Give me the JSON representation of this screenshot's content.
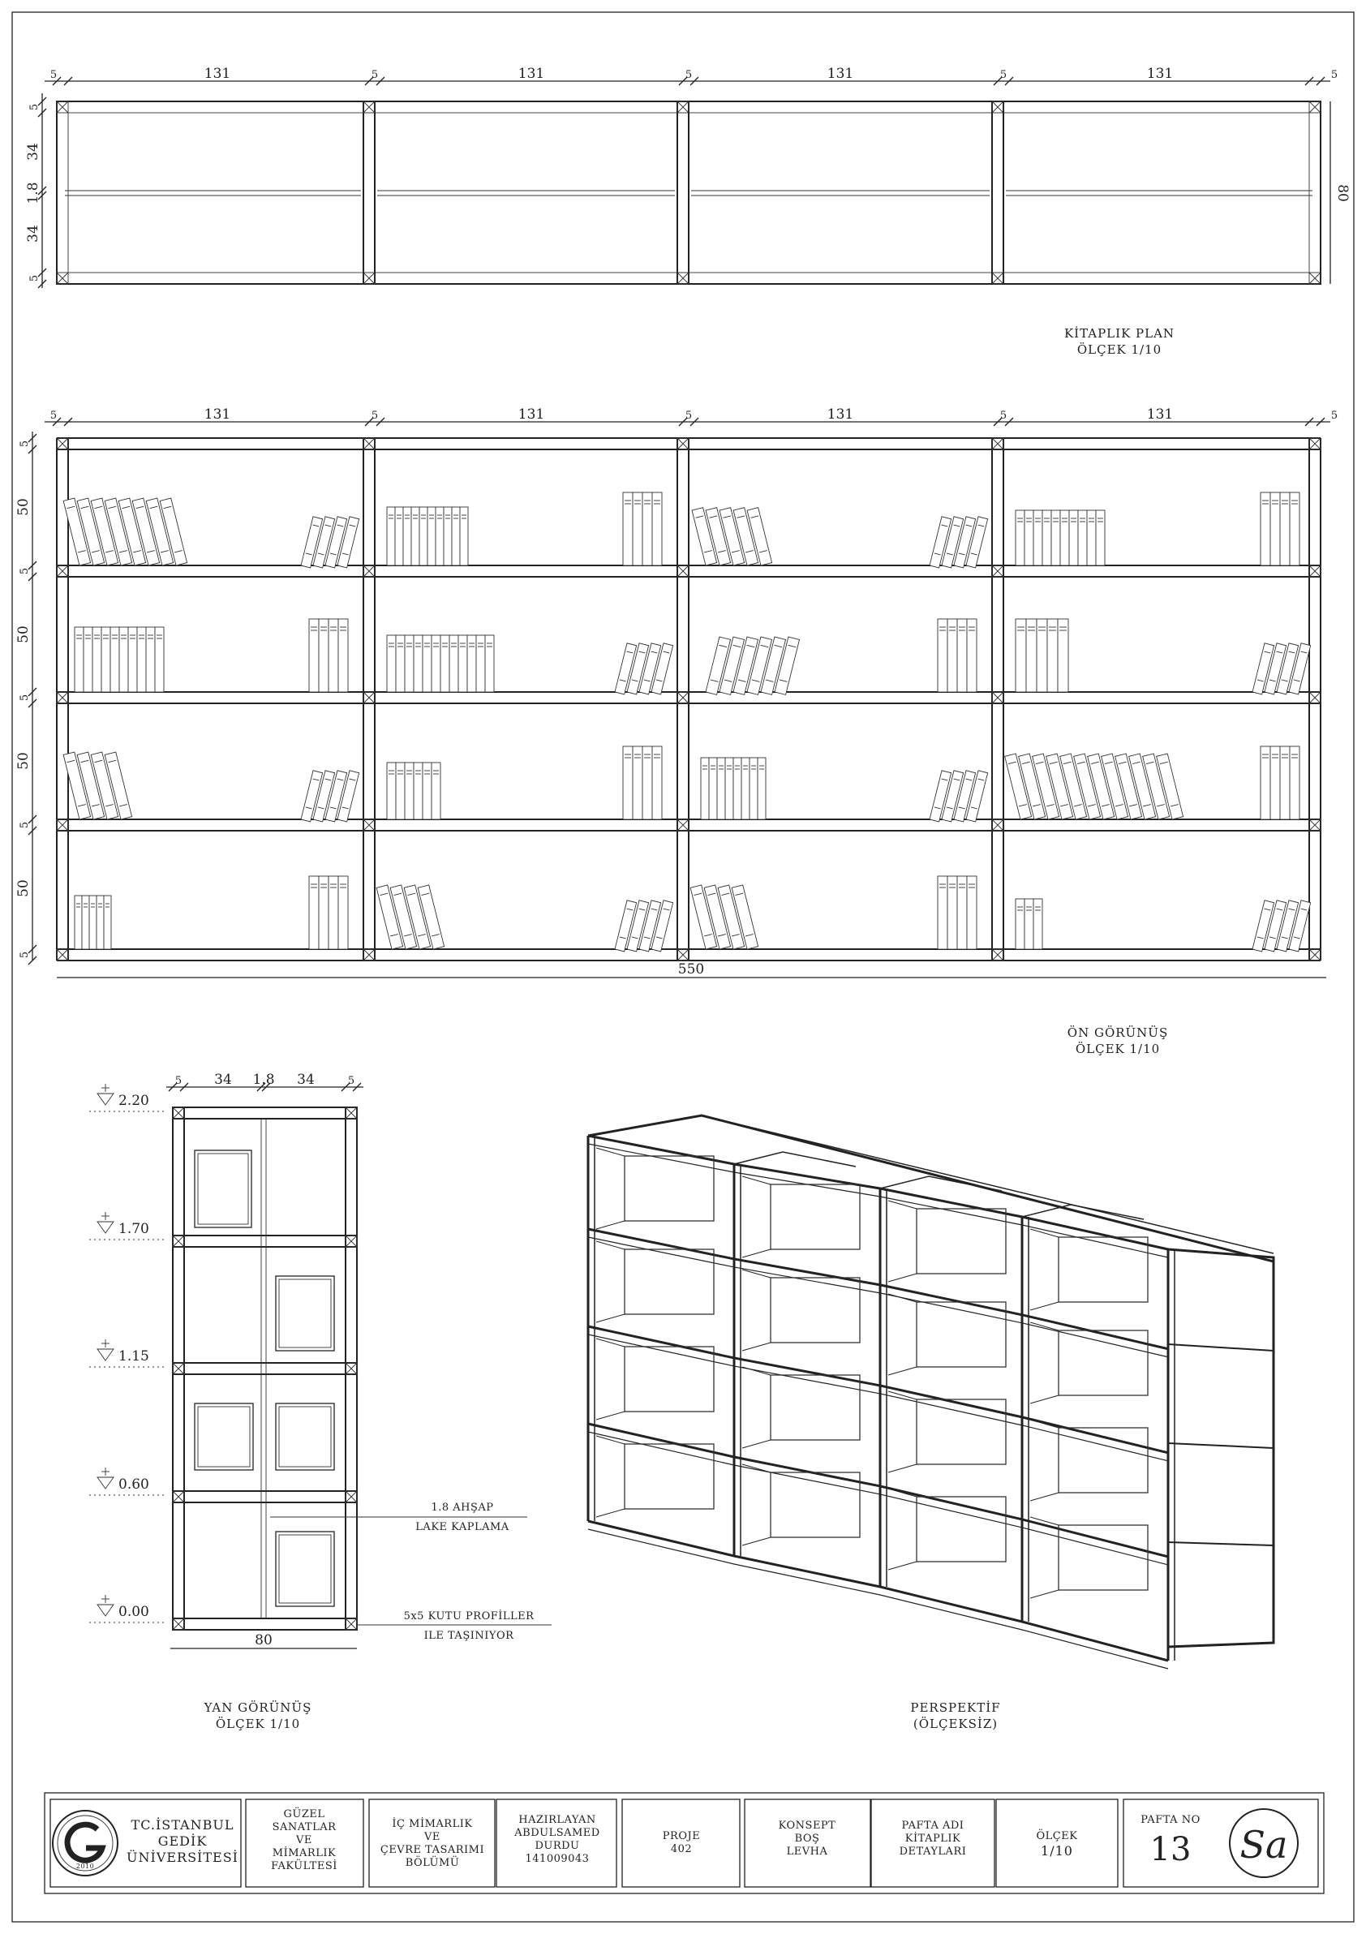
{
  "plan": {
    "top_dims": [
      "5",
      "131",
      "5",
      "131",
      "5",
      "131",
      "5",
      "131",
      "5"
    ],
    "side_dims": [
      "5",
      "34",
      "1.8",
      "34",
      "5"
    ],
    "right_dim": "80",
    "caption_title": "KİTAPLIK PLAN",
    "caption_scale": "ÖLÇEK 1/10"
  },
  "front": {
    "top_dims": [
      "5",
      "131",
      "5",
      "131",
      "5",
      "131",
      "5",
      "131",
      "5"
    ],
    "side_dims": [
      "5",
      "50",
      "5",
      "50",
      "5",
      "50",
      "5",
      "50",
      "5"
    ],
    "total_dim": "550",
    "caption_title": "ÖN GÖRÜNÜŞ",
    "caption_scale": "ÖLÇEK 1/10"
  },
  "side": {
    "top_dims": [
      "5",
      "34",
      "1.8",
      "34",
      "5"
    ],
    "levels": [
      "2.20",
      "1.70",
      "1.15",
      "0.60",
      "0.00"
    ],
    "bottom_dim": "80",
    "note1_line1": "1.8 AHŞAP",
    "note1_line2": "LAKE KAPLAMA",
    "note2_line1": "5x5 KUTU PROFİLLER",
    "note2_line2": "ILE TAŞINIYOR",
    "caption_title": "YAN GÖRÜNÜŞ",
    "caption_scale": "ÖLÇEK 1/10"
  },
  "perspective": {
    "caption_title": "PERSPEKTİF",
    "caption_scale": "(ÖLÇEKSİZ)"
  },
  "title_block": {
    "logo_year": "2010",
    "university_lines": [
      "TC.İSTANBUL",
      "GEDİK",
      "ÜNİVERSİTESİ"
    ],
    "faculty_lines": [
      "GÜZEL",
      "SANATLAR",
      "VE",
      "MİMARLIK",
      "FAKÜLTESİ"
    ],
    "department_lines": [
      "İÇ MİMARLIK",
      "VE",
      "ÇEVRE TASARIMI",
      "BÖLÜMÜ"
    ],
    "author_lines": [
      "HAZIRLAYAN",
      "ABDULSAMED",
      "DURDU",
      "141009043"
    ],
    "project_lines": [
      "PROJE",
      "402"
    ],
    "concept_lines": [
      "KONSEPT",
      "BOŞ",
      "LEVHA"
    ],
    "sheet_name_lines": [
      "PAFTA ADI",
      "KİTAPLIK",
      "DETAYLARI"
    ],
    "scale_lines": [
      "ÖLÇEK",
      "1/10"
    ],
    "sheet_no_label": "PAFTA NO",
    "sheet_no": "13",
    "signature": "Sa"
  },
  "colors": {
    "ink": "#222222",
    "paper": "#ffffff"
  }
}
